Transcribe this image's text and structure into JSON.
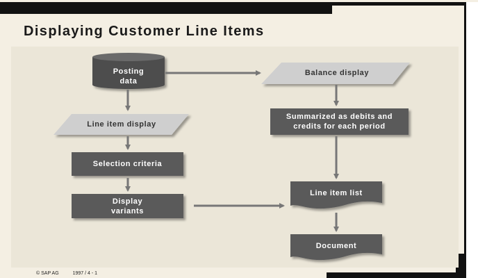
{
  "slide": {
    "title": "Displaying Customer Line Items",
    "footer_copyright": "© SAP AG",
    "footer_ref": "1997 / 4 - 1"
  },
  "nodes": {
    "posting_data": "Posting\ndata",
    "balance_display": "Balance display",
    "line_item_display": "Line item display",
    "summarized": "Summarized as debits and\ncredits for each period",
    "selection_criteria": "Selection criteria",
    "display_variants": "Display\nvariants",
    "line_item_list": "Line item list",
    "document": "Document"
  },
  "colors": {
    "box_fill": "#5a5a5a",
    "parallelogram_fill": "#cfcfcf",
    "arrow": "#777777",
    "title": "#1a1a1a"
  }
}
